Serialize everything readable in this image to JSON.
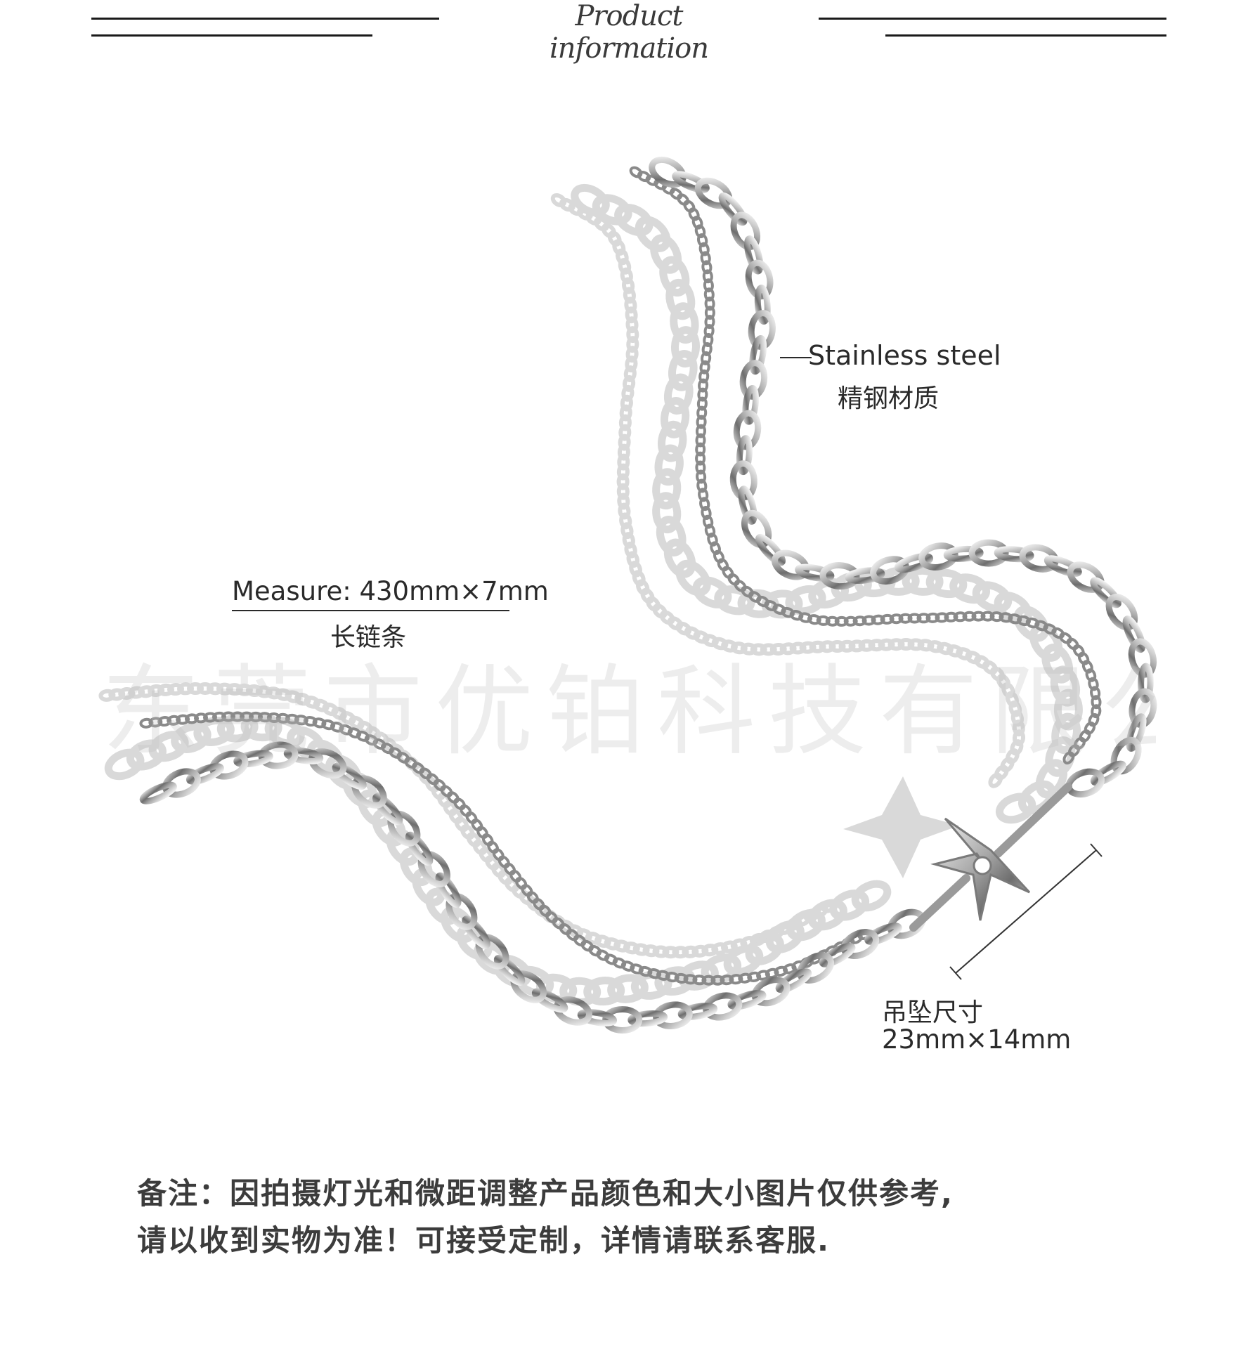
{
  "header": {
    "title": "Product information"
  },
  "labels": {
    "material": {
      "en": "Stainless steel",
      "zh": "精钢材质"
    },
    "measure": {
      "en": "Measure: 430mm×7mm",
      "zh": "长链条"
    },
    "pendant": {
      "zh": "吊坠尺寸",
      "size": "23mm×14mm"
    }
  },
  "watermark": "东莞市优铂科技有限公司",
  "note": {
    "line1": "备注：因拍摄灯光和微距调整产品颜色和大小图片仅供参考,",
    "line2": "请以收到实物为准！可接受定制，详情请联系客服."
  },
  "colors": {
    "text": "#2a2a2a",
    "chain_metal": "#9a9a9a",
    "shadow": "#d9d9d9"
  }
}
